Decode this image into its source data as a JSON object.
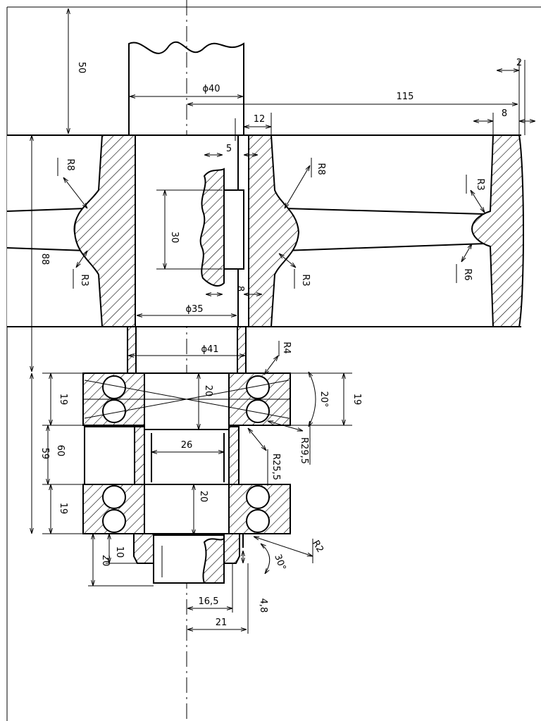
{
  "dimensions": {
    "d50": "50",
    "d40": "ϕ40",
    "d115": "115",
    "d2": "2",
    "d12": "12",
    "d8top": "8",
    "d5": "5",
    "r8left": "R8",
    "r8right": "R8",
    "r3right": "R3",
    "d88": "88",
    "d30": "30",
    "r3left": "R3",
    "r3mid": "R3",
    "r6": "R6",
    "d8mid": "8",
    "d35": "ϕ35",
    "d41": "ϕ41",
    "r4": "R4",
    "d19a": "19",
    "d20a": "20",
    "a20": "20°",
    "d19b": "19",
    "r29": "R29,5",
    "d60": "60",
    "d59": "59",
    "d26": "26",
    "r25": "R25,5",
    "d19c": "19",
    "d20b": "20",
    "d10": "10",
    "d20c": "20",
    "r2": "R2",
    "a30": "30°",
    "d16": "16,5",
    "d48": "4,8",
    "d21": "21"
  }
}
